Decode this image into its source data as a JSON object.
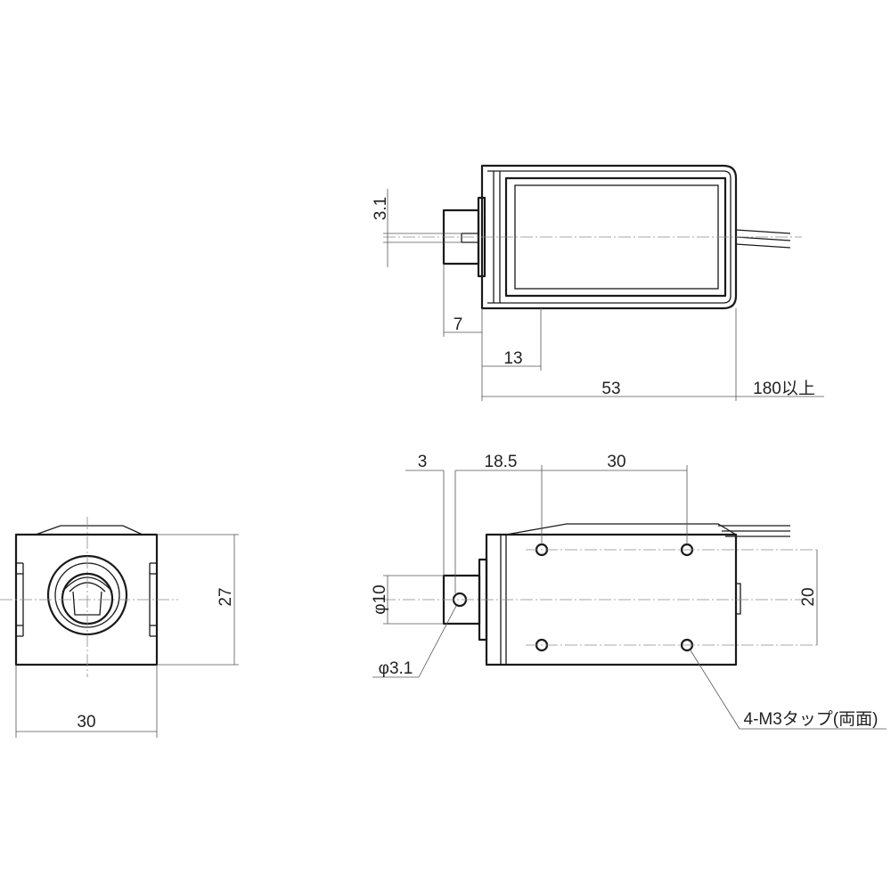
{
  "drawing": {
    "top_view": {
      "dim_pin_slot": "3.1",
      "dim_pin_length": "7",
      "dim_plunger_offset": "13",
      "dim_body_length": "53",
      "dim_lead_length": "180以上"
    },
    "side_view": {
      "dim_pin_width": "3",
      "dim_hole_offset": "18.5",
      "dim_hole_spacing": "30",
      "dim_pin_dia": "φ10",
      "dim_pin_hole_dia": "φ3.1",
      "dim_hole_pitch_v": "20",
      "note_taps": "4-M3タップ(両面)"
    },
    "end_view": {
      "dim_height": "27",
      "dim_width": "30"
    }
  }
}
